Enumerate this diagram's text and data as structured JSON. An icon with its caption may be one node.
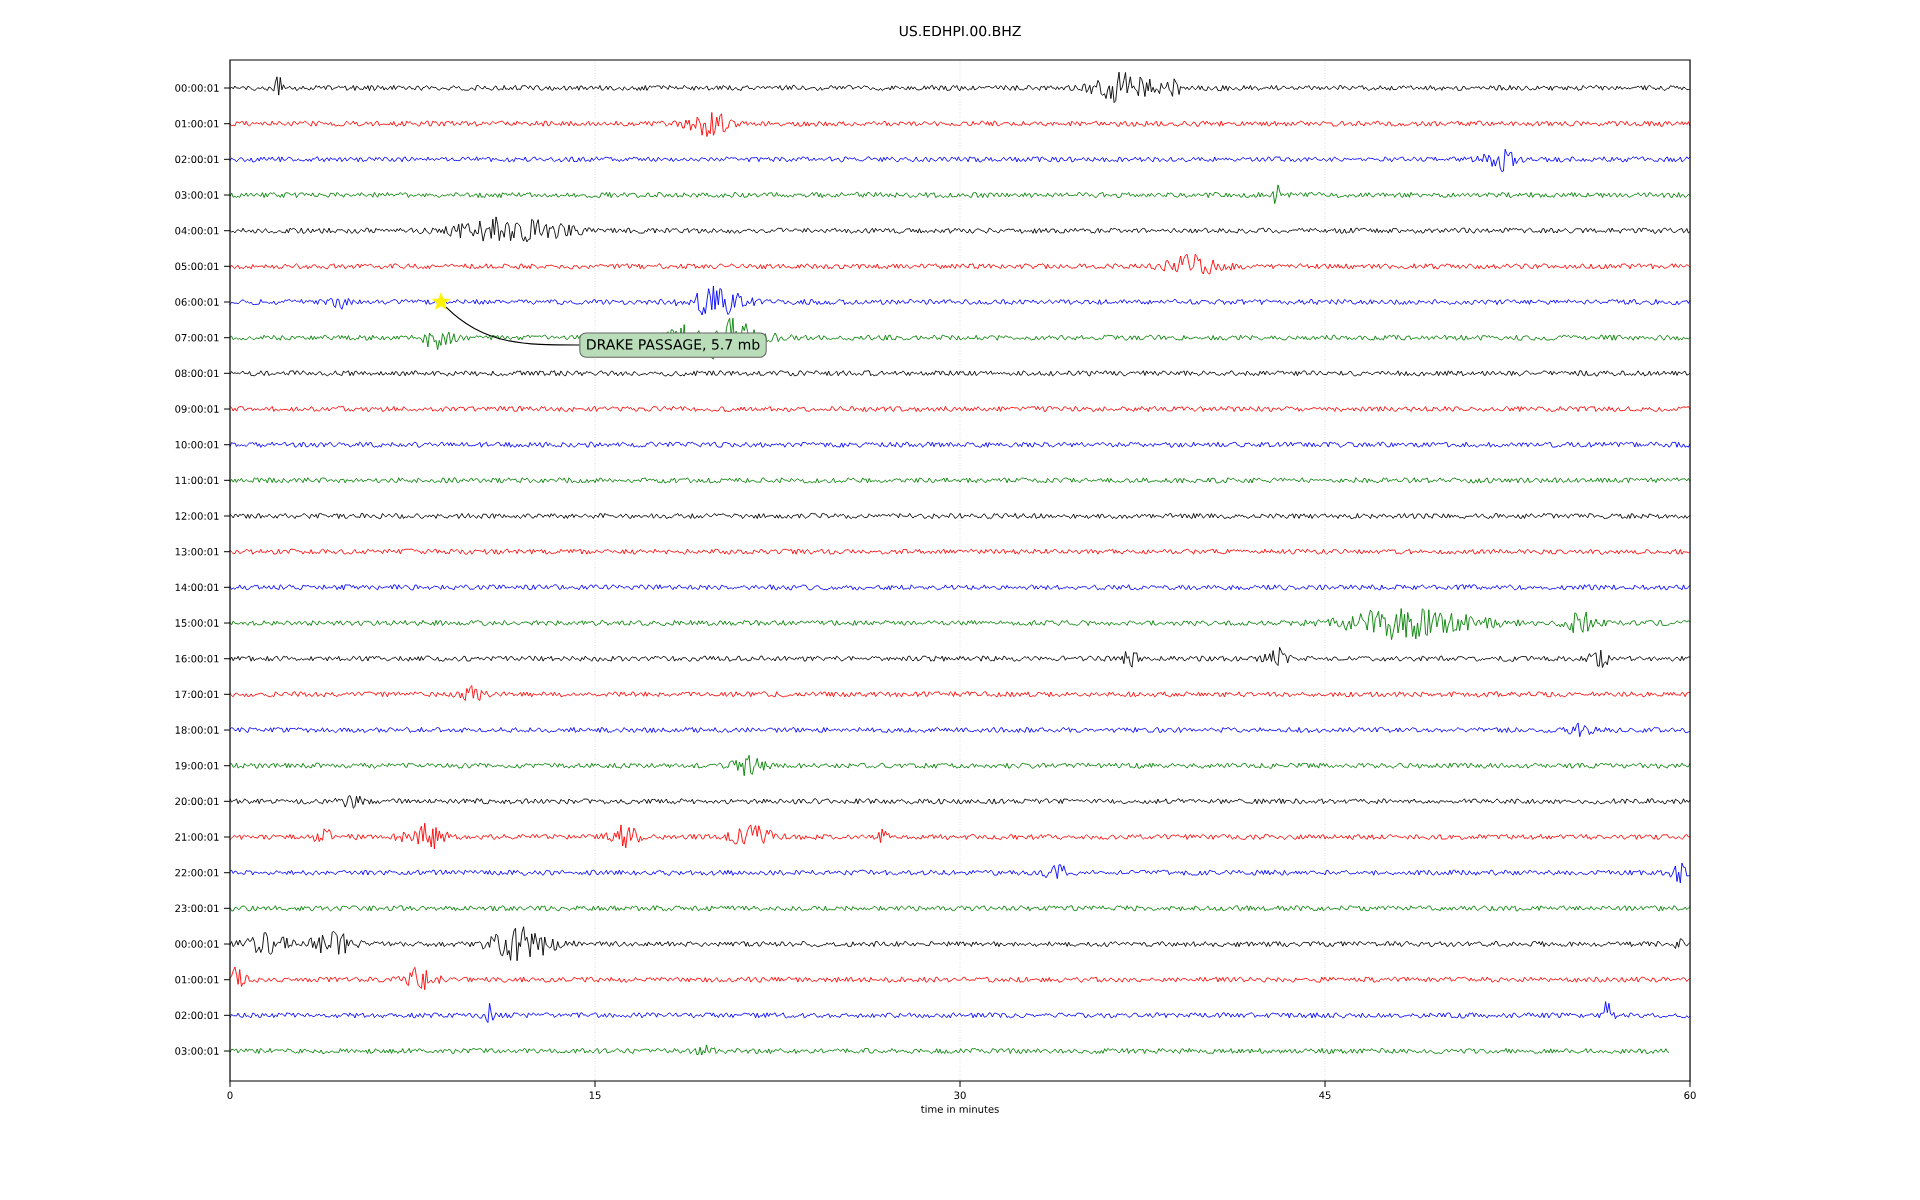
{
  "diagram": {
    "title": "US.EDHPI.00.BHZ",
    "nodes": [
      {
        "text": [
          "DRAKE PASSAGE, 5.7 mb"
        ]
      },
      {
        "text": [],
        "shape": "star"
      }
    ],
    "edges": [
      {
        "from": 0,
        "to": 1,
        "arrow": "none"
      }
    ],
    "labels": [
      "00:00:01",
      "01:00:01",
      "02:00:01",
      "03:00:01",
      "04:00:01",
      "05:00:01",
      "06:00:01",
      "07:00:01",
      "08:00:01",
      "09:00:01",
      "10:00:01",
      "11:00:01",
      "12:00:01",
      "13:00:01",
      "14:00:01",
      "15:00:01",
      "16:00:01",
      "17:00:01",
      "18:00:01",
      "19:00:01",
      "20:00:01",
      "21:00:01",
      "22:00:01",
      "23:00:01",
      "00:00:01",
      "01:00:01",
      "02:00:01",
      "03:00:01",
      "0",
      "15",
      "30",
      "45",
      "60",
      "time in minutes"
    ]
  }
}
